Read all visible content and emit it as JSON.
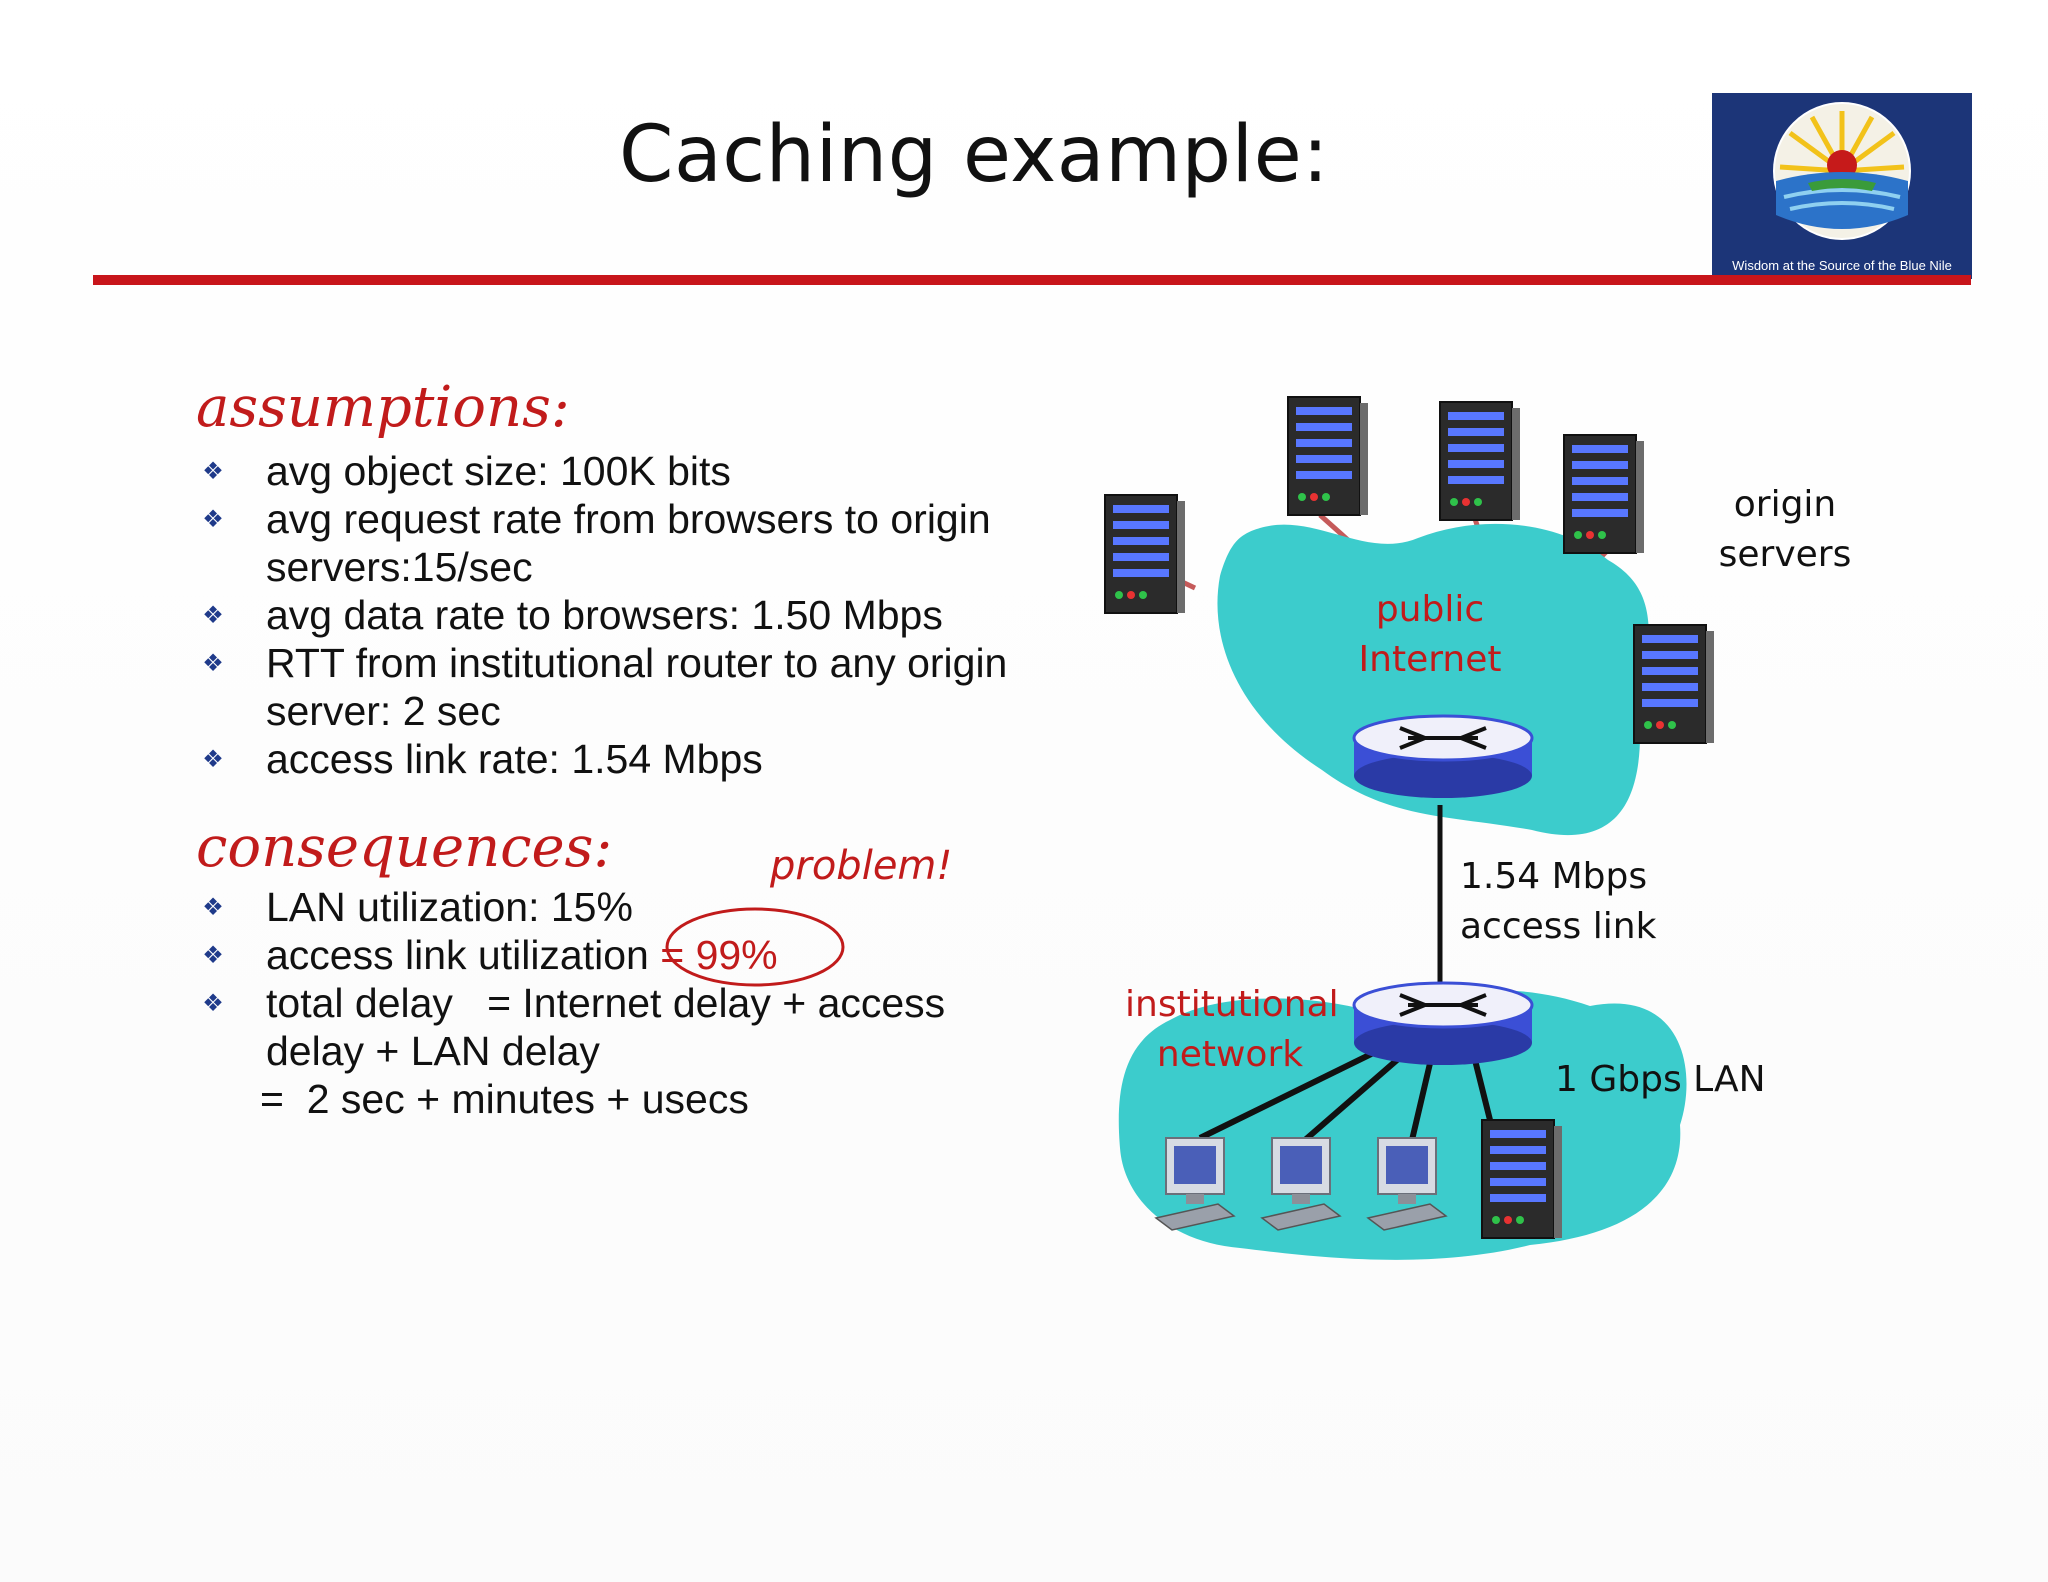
{
  "slide": {
    "title": "Caching example:",
    "logo": {
      "caption": "Wisdom at the Source of the Blue Nile"
    },
    "assumptions": {
      "heading": "assumptions:",
      "items": [
        "avg object size: 100K bits",
        "avg request rate from browsers to origin servers:15/sec",
        "avg data rate to browsers: 1.50 Mbps",
        "RTT from institutional router to any origin server: 2 sec",
        "access link rate: 1.54 Mbps"
      ]
    },
    "consequences": {
      "heading": "consequences:",
      "problem_note": "problem!",
      "lan_utilization": "LAN utilization: 15%",
      "access_link_label": "access link utilization ",
      "access_link_value": "= 99%",
      "total_delay_line1": "total delay   = Internet delay + access",
      "total_delay_line2": "delay + LAN delay",
      "total_delay_line3": "=  2 sec + minutes + usecs"
    }
  },
  "diagram": {
    "origin_servers_label_1": "origin",
    "origin_servers_label_2": "servers",
    "public_internet_label_1": "public",
    "public_internet_label_2": "Internet",
    "access_link_label_1": "1.54 Mbps",
    "access_link_label_2": "access link",
    "institutional_label_1": "institutional",
    "institutional_label_2": "network",
    "lan_label": "1 Gbps LAN",
    "colors": {
      "cloud": "#3ccccc",
      "accent_red": "#c11b1b",
      "router": "#3b4fd6",
      "rule": "#c8151b"
    }
  }
}
